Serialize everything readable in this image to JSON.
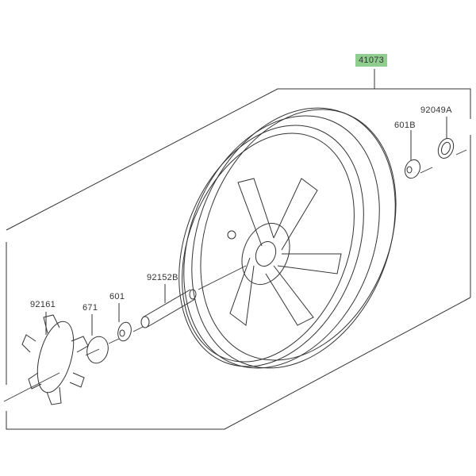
{
  "labels": {
    "assembly": "41073",
    "seal": "92049A",
    "bearing_right": "601B",
    "collar": "92152B",
    "damper": "92161",
    "o_ring": "671",
    "bearing_left": "601"
  },
  "colors": {
    "highlight": "#8fce8f",
    "line": "#333333"
  }
}
